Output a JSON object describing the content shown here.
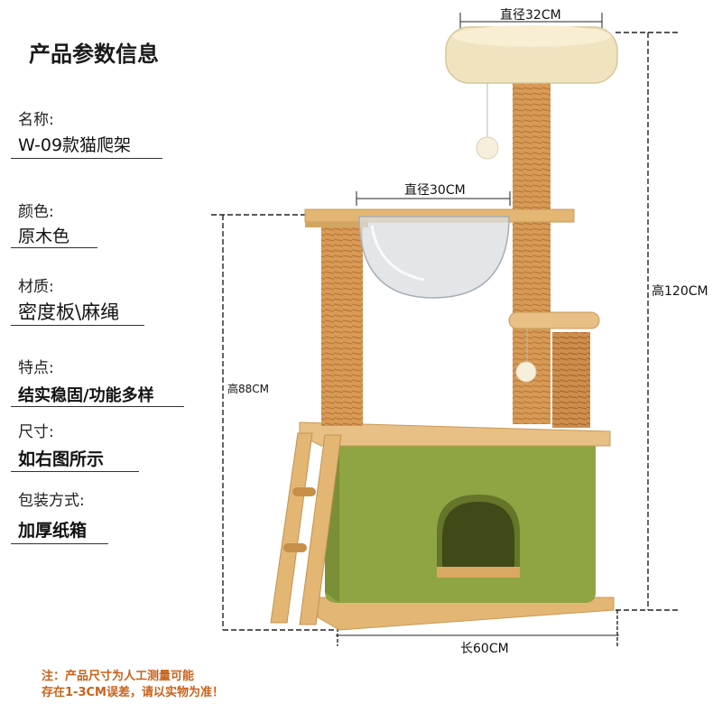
{
  "title": "产品参数信息",
  "specs": [
    {
      "label": "名称:",
      "value": "W-09款猫爬架"
    },
    {
      "label": "颜色:",
      "value": "原木色"
    },
    {
      "label": "材质:",
      "value": "密度板\\麻绳"
    },
    {
      "label": "特点:",
      "value": "结实稳固/功能多样"
    },
    {
      "label": "尺寸:",
      "value": "如右图所示"
    },
    {
      "label": "包装方式:",
      "value": "加厚纸箱"
    }
  ],
  "dimensions": {
    "top_diameter": "直径32CM",
    "bowl_diameter": "直径30CM",
    "total_height": "高120CM",
    "platform_height": "高88CM",
    "length": "长60CM"
  },
  "note": {
    "line1": "注：产品尺寸为人工测量可能",
    "line2": "存在1-3CM误差，请以实物为准！"
  },
  "colors": {
    "wood": "#e3b673",
    "rope": "#d89a55",
    "green": "#8fa442",
    "plush": "#efe3c0",
    "note": "#c9611a"
  }
}
